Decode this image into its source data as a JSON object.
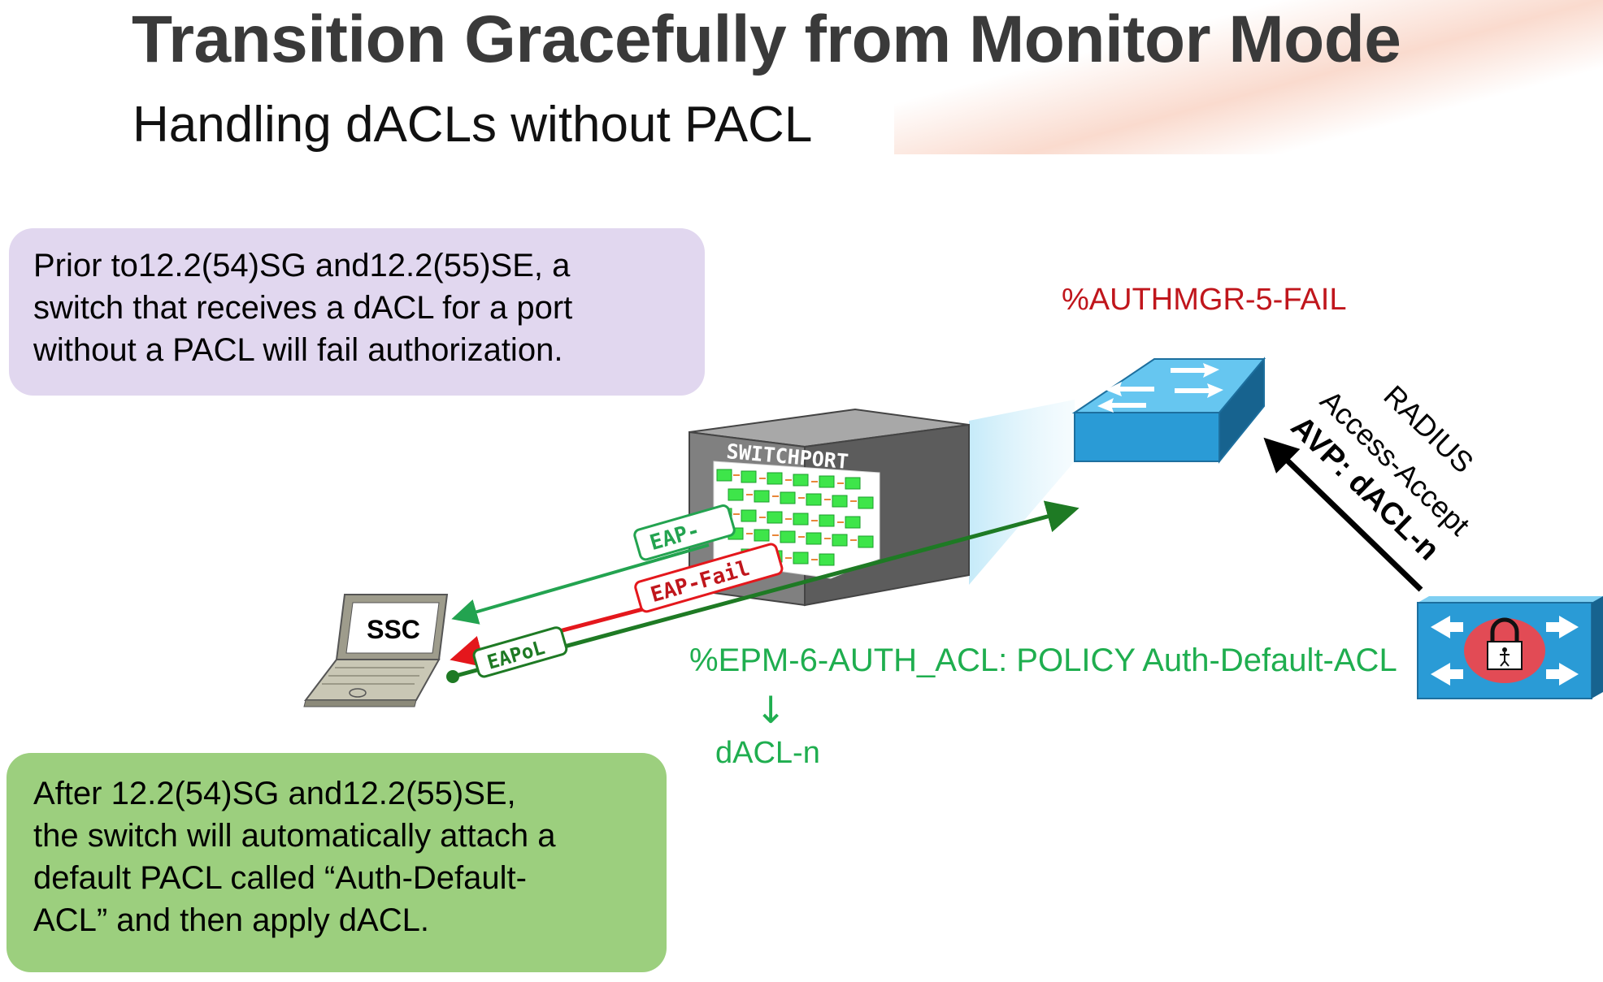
{
  "slide": {
    "title": "Transition Gracefully from Monitor Mode",
    "subtitle": "Handling dACLs without PACL"
  },
  "callouts": {
    "prior": {
      "lines": [
        "Prior to12.2(54)SG and12.2(55)SE, a",
        "switch that receives a dACL for a port",
        "without a PACL will fail authorization."
      ],
      "bg_color": "#e1d7ef"
    },
    "after": {
      "lines": [
        "After 12.2(54)SG and12.2(55)SE,",
        "the switch will automatically attach a",
        "default PACL called “Auth-Default-",
        "ACL” and then apply dACL."
      ],
      "bg_color": "#9ccf7e"
    }
  },
  "diagram": {
    "switchport_label": "SWITCHPORT",
    "laptop_label": "SSC",
    "flows": {
      "eap_success": "EAP-",
      "eap_fail": "EAP-Fail",
      "eapol": "EAPoL"
    },
    "radius": {
      "line1": "RADIUS",
      "line2": "Access-Accept",
      "line3": "AVP: dACL-n"
    },
    "log_authmgr": "%AUTHMGR-5-FAIL",
    "log_epm": "%EPM-6-AUTH_ACL: POLICY Auth-Default-ACL",
    "down_arrow": "↓",
    "result": "dACL-n",
    "colors": {
      "fail_red": "#c0161c",
      "success_green": "#1fae4f",
      "switch_blue": "#2a9bd6",
      "dark_green": "#1e7a24"
    },
    "icons": [
      "switch-icon",
      "laptop-icon",
      "radius-server-icon",
      "lock-icon",
      "firewall-brick-icon"
    ]
  }
}
